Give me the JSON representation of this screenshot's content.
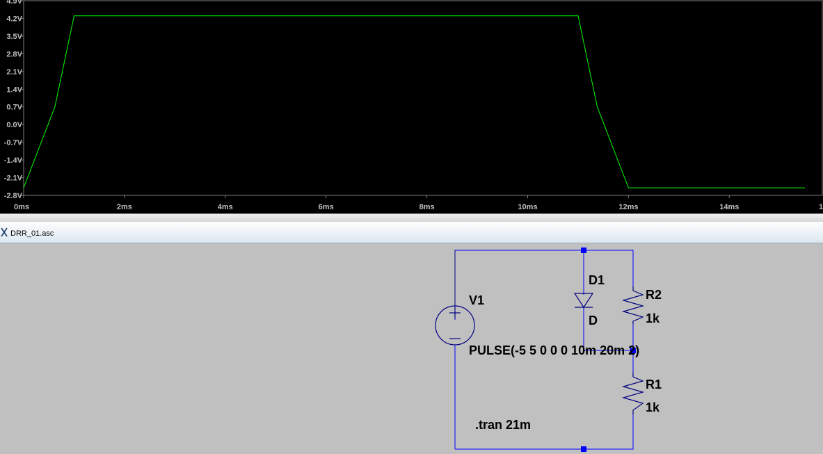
{
  "window": {
    "tab_title": "DRR_01.asc",
    "tab_icon": "ltspice-schematic-icon"
  },
  "chart_data": {
    "type": "line",
    "title": "",
    "xlabel": "",
    "ylabel": "",
    "x_unit": "ms",
    "y_unit": "V",
    "xlim": [
      0,
      15.5
    ],
    "ylim": [
      -2.8,
      4.9
    ],
    "x_ticks": [
      0,
      2,
      4,
      6,
      8,
      10,
      12,
      14
    ],
    "x_tick_labels": [
      "0ms",
      "2ms",
      "4ms",
      "6ms",
      "8ms",
      "10ms",
      "12ms",
      "14ms"
    ],
    "x_tick_clipped_label": "1",
    "y_ticks": [
      4.9,
      4.2,
      3.5,
      2.8,
      2.1,
      1.4,
      0.7,
      0.0,
      -0.7,
      -1.4,
      -2.1,
      -2.8
    ],
    "y_tick_labels": [
      "4.9V",
      "4.2V",
      "3.5V",
      "2.8V",
      "2.1V",
      "1.4V",
      "0.7V",
      "0.0V",
      "-0.7V",
      "-1.4V",
      "-2.1V",
      "-2.8V"
    ],
    "grid": false,
    "legend": "none",
    "colors": {
      "trace": "#00ff00",
      "background": "#000000",
      "axis": "#808080",
      "tick_text": "#c0c0c0"
    },
    "series": [
      {
        "x": [
          0,
          0.62,
          1.0,
          11.0,
          11.38,
          12.0,
          15.5
        ],
        "y": [
          -2.5,
          0.7,
          4.3,
          4.3,
          0.7,
          -2.5,
          -2.5
        ]
      }
    ]
  },
  "schematic": {
    "colors": {
      "wire": "#0000ff",
      "component": "#000080",
      "label": "#000000",
      "background": "#c0c0c0"
    },
    "components": {
      "v1": {
        "name": "V1",
        "value": "PULSE(-5 5 0 0 0 10m 20m 2)",
        "icon": "voltage-source-icon"
      },
      "d1": {
        "name": "D1",
        "value": "D",
        "icon": "diode-icon"
      },
      "r2": {
        "name": "R2",
        "value": "1k",
        "icon": "resistor-icon"
      },
      "r1": {
        "name": "R1",
        "value": "1k",
        "icon": "resistor-icon"
      }
    },
    "directive": ".tran 21m"
  }
}
